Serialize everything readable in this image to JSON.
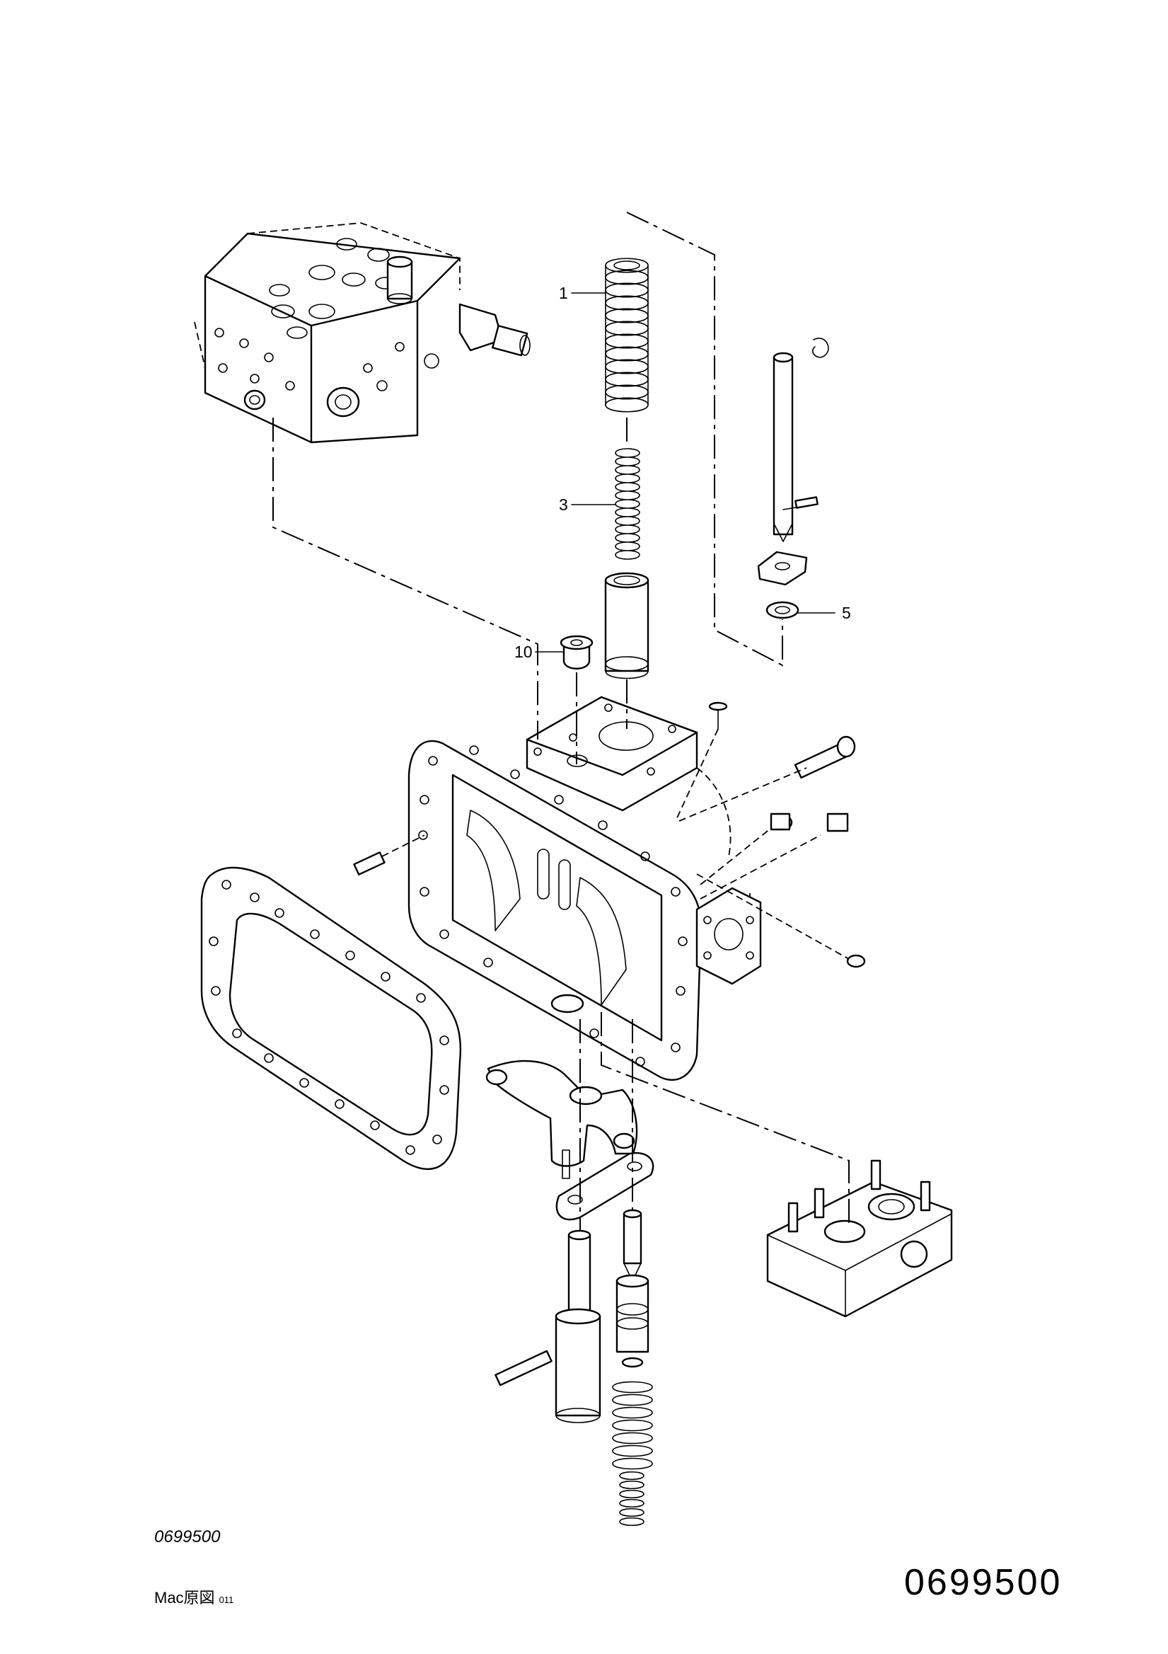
{
  "callouts": [
    {
      "number": "1",
      "part": "outer-spring"
    },
    {
      "number": "3",
      "part": "inner-spring"
    },
    {
      "number": "5",
      "part": "washer"
    },
    {
      "number": "10",
      "part": "plug"
    }
  ],
  "footer": {
    "drawing_number_small": "0699500",
    "drawing_number_large": "0699500",
    "source_label": "Mac原図",
    "source_code": "011"
  }
}
